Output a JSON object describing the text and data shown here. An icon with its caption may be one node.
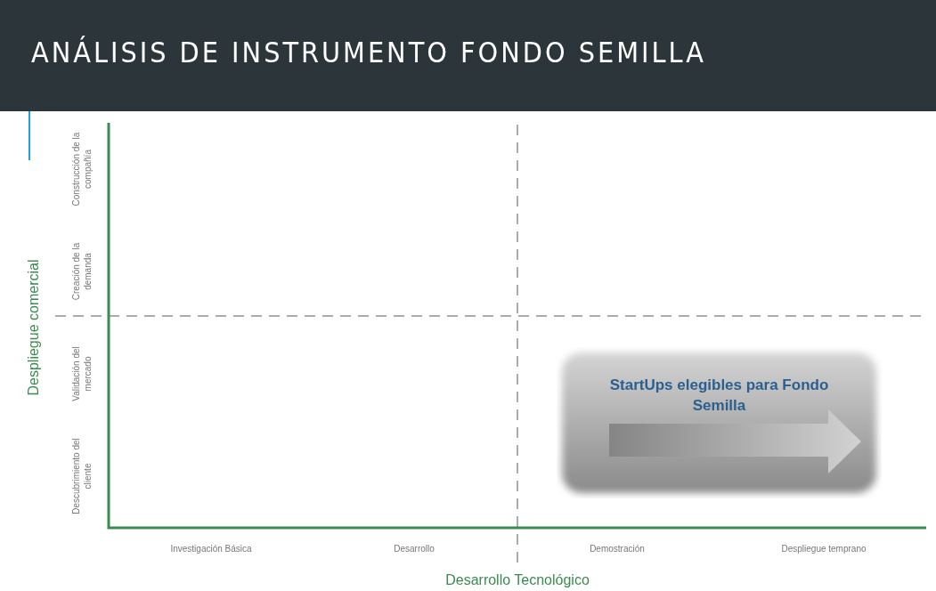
{
  "diagram": {
    "title": "ANÁLISIS DE INSTRUMENTO FONDO SEMILLA",
    "nodes": [
      {
        "text": [
          "StartUps elegibles para Fondo Semilla"
        ]
      }
    ],
    "labels": [
      "Construcción de la compañía",
      "Creación de la demanda",
      "Validación del mercado",
      "Descubrimiento del cliente",
      "Despliegue comercial",
      "Investigación Básica",
      "Desarrollo",
      "Demostración",
      "Despliegue temprano",
      "Desarrollo Tecnológico"
    ]
  }
}
